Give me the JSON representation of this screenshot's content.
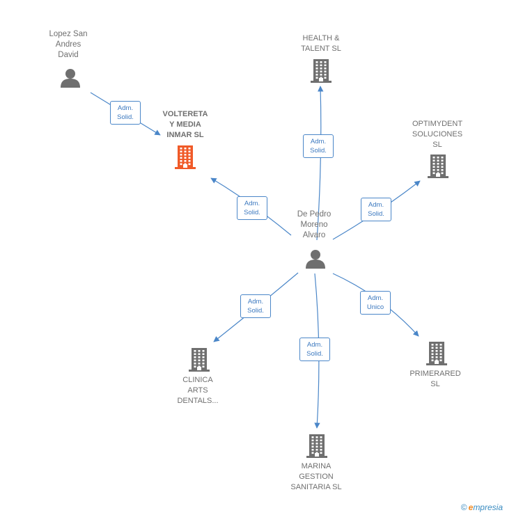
{
  "colors": {
    "edge": "#4a86c8",
    "person_icon": "#6f6f6f",
    "company_icon": "#6f6f6f",
    "focus_icon": "#f05a28"
  },
  "nodes": [
    {
      "id": "lopez",
      "kind": "person",
      "label": "Lopez San\nAndres\nDavid"
    },
    {
      "id": "health",
      "kind": "company",
      "label": "HEALTH &\nTALENT  SL"
    },
    {
      "id": "voltereta",
      "kind": "company-focus",
      "label": "VOLTERETA\nY MEDIA\nINMAR  SL"
    },
    {
      "id": "optimydent",
      "kind": "company",
      "label": "OPTIMYDENT\nSOLUCIONES\nSL"
    },
    {
      "id": "depedro",
      "kind": "person",
      "label": "De Pedro\nMoreno\nAlvaro"
    },
    {
      "id": "clinica",
      "kind": "company",
      "label": "CLINICA\nARTS\nDENTALS..."
    },
    {
      "id": "primerared",
      "kind": "company",
      "label": "PRIMERARED\nSL"
    },
    {
      "id": "marina",
      "kind": "company",
      "label": "MARINA\nGESTION\nSANITARIA  SL"
    }
  ],
  "edges": [
    {
      "id": "e1",
      "from": "lopez",
      "to": "voltereta",
      "label": "Adm.\nSolid."
    },
    {
      "id": "e2",
      "from": "depedro",
      "to": "voltereta",
      "label": "Adm.\nSolid."
    },
    {
      "id": "e3",
      "from": "depedro",
      "to": "health",
      "label": "Adm.\nSolid."
    },
    {
      "id": "e4",
      "from": "depedro",
      "to": "optimydent",
      "label": "Adm.\nSolid."
    },
    {
      "id": "e5",
      "from": "depedro",
      "to": "clinica",
      "label": "Adm.\nSolid."
    },
    {
      "id": "e6",
      "from": "depedro",
      "to": "marina",
      "label": "Adm.\nSolid."
    },
    {
      "id": "e7",
      "from": "depedro",
      "to": "primerared",
      "label": "Adm.\nUnico"
    }
  ],
  "footer": {
    "copyright": "©",
    "brand_initial": "e",
    "brand_rest": "mpresia"
  }
}
